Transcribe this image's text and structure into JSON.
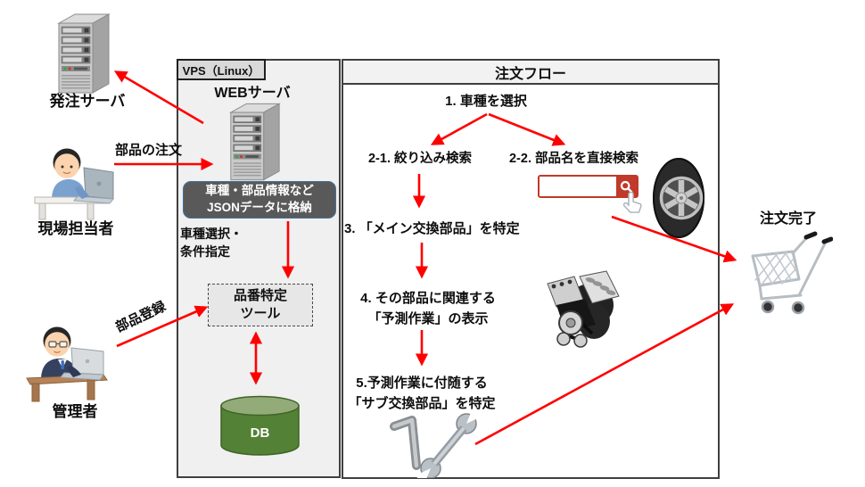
{
  "left": {
    "order_server_label": "発注サーバ",
    "parts_order_arrow_label": "部品の注文",
    "field_worker_label": "現場担当者",
    "parts_register_arrow_label": "部品登録",
    "admin_label": "管理者"
  },
  "vps_panel": {
    "tag_label": "VPS（Linux）",
    "web_server_label": "WEBサーバ",
    "json_note_line1": "車種・部品情報など",
    "json_note_line2": "JSONデータに格納",
    "selection_note_line1": "車種選択・",
    "selection_note_line2": "条件指定",
    "tool_box_line1": "品番特定",
    "tool_box_line2": "ツール",
    "db_label": "DB"
  },
  "order_flow_panel": {
    "title": "注文フロー",
    "steps": {
      "step1": "1. 車種を選択",
      "step2_1": "2-1. 絞り込み検索",
      "step2_2": "2-2. 部品名を直接検索",
      "step3": "3. 「メイン交換部品」を特定",
      "step4_line1": "4. その部品に関連する",
      "step4_line2": "「予測作業」の表示",
      "step5_line1": "5.予測作業に付随する",
      "step5_line2": "「サブ交換部品」を特定"
    },
    "search_box": {
      "value": "",
      "placeholder": ""
    }
  },
  "right": {
    "order_complete_label": "注文完了"
  },
  "colors": {
    "arrow_red": "#ff0000",
    "vps_panel_fill": "#f0f0f0",
    "vps_tag_fill": "#d9d9d9",
    "flow_header_fill": "#f2f2f2",
    "json_box_fill": "#595959",
    "json_box_border": "#41719c",
    "json_box_text": "#ffffff",
    "tool_box_fill": "#e7e7e7",
    "db_green_body": "#538135",
    "db_green_top": "#93ab78",
    "search_red": "#c0392b",
    "panel_border": "#3f3f3f"
  },
  "icons": {
    "order_server": "server-tower-icon",
    "web_server": "server-tower-icon",
    "field_worker": "person-at-laptop-icon",
    "admin": "person-in-suit-at-laptop-icon",
    "tire": "tire-icon",
    "engine": "engine-icon",
    "hex_key": "hex-key-icon",
    "wrench": "wrench-icon",
    "cart": "shopping-cart-icon",
    "search": "magnifier-icon",
    "hand_cursor": "hand-cursor-icon",
    "database": "database-cylinder-icon"
  }
}
